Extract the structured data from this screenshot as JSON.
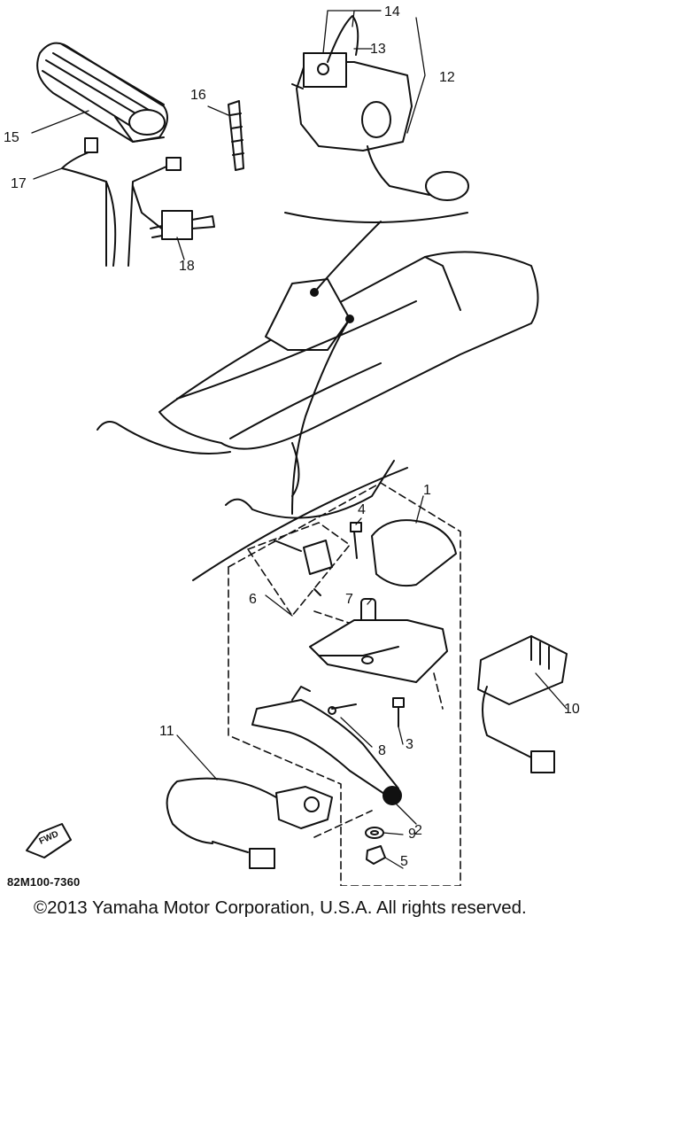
{
  "callouts": {
    "c1": "1",
    "c2": "2",
    "c3": "3",
    "c4": "4",
    "c5": "5",
    "c6": "6",
    "c7": "7",
    "c8": "8",
    "c9": "9",
    "c10": "10",
    "c11": "11",
    "c12": "12",
    "c13": "13",
    "c14": "14",
    "c15": "15",
    "c16": "16",
    "c17": "17",
    "c18": "18"
  },
  "fwd_label": "FWD",
  "reference_code": "82M100-7360",
  "copyright": "©2013 Yamaha Motor Corporation, U.S.A. All rights reserved."
}
